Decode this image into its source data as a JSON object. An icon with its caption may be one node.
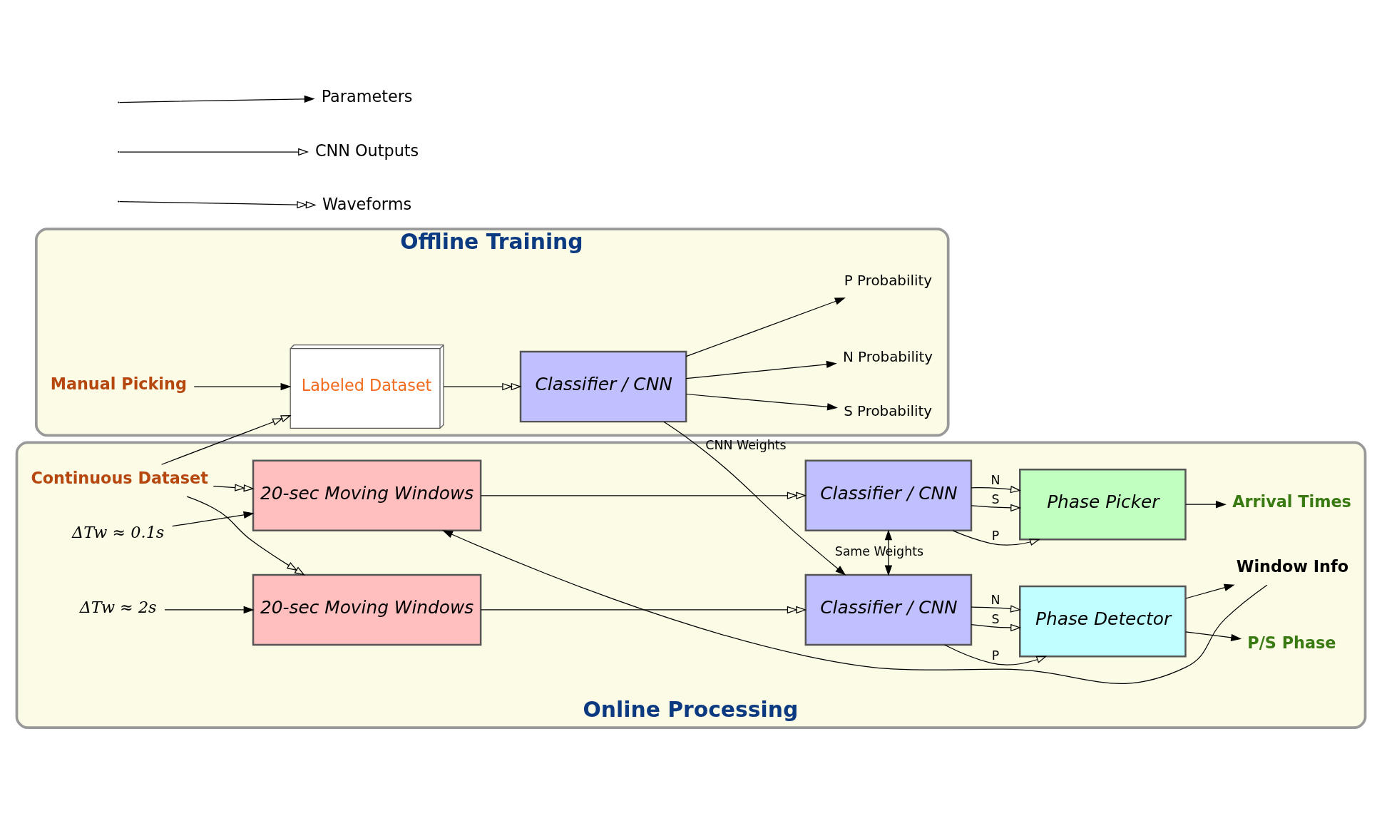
{
  "diagram": {
    "nodes": [
      {
        "text": [
          "Offline Training"
        ]
      },
      {
        "text": [
          "Manual Picking"
        ],
        "in": 0
      },
      {
        "text": [
          "Labeled Dataset"
        ],
        "in": 0
      },
      {
        "text": [
          "Classifier / CNN"
        ],
        "in": 0
      },
      {
        "text": [
          "N Probability"
        ],
        "in": 0
      },
      {
        "text": [
          "P Probability"
        ],
        "in": 0
      },
      {
        "text": [
          "S Probability"
        ],
        "in": 0
      },
      {
        "text": [
          "Online Processing"
        ]
      },
      {
        "text": [
          "20-sec Moving Windows"
        ],
        "in": 7
      },
      {
        "text": [
          "Classifier / CNN"
        ],
        "in": 7
      },
      {
        "text": [
          "Phase Detector"
        ],
        "in": 7
      },
      {
        "text": [
          "P/S Phase"
        ],
        "in": 7
      },
      {
        "text": [
          "Window Info"
        ],
        "in": 7
      },
      {
        "text": [
          "20-sec Moving Windows"
        ],
        "in": 7
      },
      {
        "text": [
          "Classifier / CNN"
        ],
        "in": 7
      },
      {
        "text": [
          "Phase Picker"
        ],
        "in": 7
      },
      {
        "text": [
          "Arrival Times"
        ],
        "in": 7
      },
      {
        "text": [
          "Continuous Dataset"
        ],
        "in": 7
      },
      {
        "text": [
          "ΔTw ≈ 2s"
        ],
        "in": 7
      },
      {
        "text": [
          "ΔTw ≈ 0.1s"
        ],
        "in": 7
      }
    ],
    "edges": [
      {
        "from": 1,
        "to": 2,
        "arrow": "to"
      },
      {
        "from": 17,
        "to": 2,
        "arrow": "to"
      },
      {
        "from": 2,
        "to": 3,
        "arrow": "to"
      },
      {
        "from": 3,
        "to": 4,
        "arrow": "to"
      },
      {
        "from": 3,
        "to": 5,
        "arrow": "to"
      },
      {
        "from": 3,
        "to": 6,
        "arrow": "to"
      },
      {
        "from": 3,
        "to": 9,
        "arrow": "to",
        "label": "CNN Weights"
      },
      {
        "from": 17,
        "to": 8,
        "arrow": "to"
      },
      {
        "from": 18,
        "to": 8,
        "arrow": "to"
      },
      {
        "from": 8,
        "to": 9,
        "arrow": "to"
      },
      {
        "from": 9,
        "to": 10,
        "arrow": "to",
        "label": "N"
      },
      {
        "from": 9,
        "to": 10,
        "arrow": "to",
        "label": "P"
      },
      {
        "from": 9,
        "to": 10,
        "arrow": "to",
        "label": "S"
      },
      {
        "from": 10,
        "to": 11,
        "arrow": "to"
      },
      {
        "from": 10,
        "to": 12,
        "arrow": "to"
      },
      {
        "from": 9,
        "to": 14,
        "arrow": "both",
        "label": "Same Weights"
      },
      {
        "from": 12,
        "to": 13,
        "arrow": "to"
      },
      {
        "from": 17,
        "to": 13,
        "arrow": "to"
      },
      {
        "from": 19,
        "to": 13,
        "arrow": "to"
      },
      {
        "from": 13,
        "to": 14,
        "arrow": "to"
      },
      {
        "from": 14,
        "to": 15,
        "arrow": "to",
        "label": "N"
      },
      {
        "from": 14,
        "to": 15,
        "arrow": "to",
        "label": "P"
      },
      {
        "from": 14,
        "to": 15,
        "arrow": "to",
        "label": "S"
      },
      {
        "from": 15,
        "to": 16,
        "arrow": "to"
      }
    ],
    "legend": [
      {
        "text": "Parameters"
      },
      {
        "text": "CNN Outputs"
      },
      {
        "text": "Waveforms"
      }
    ]
  }
}
